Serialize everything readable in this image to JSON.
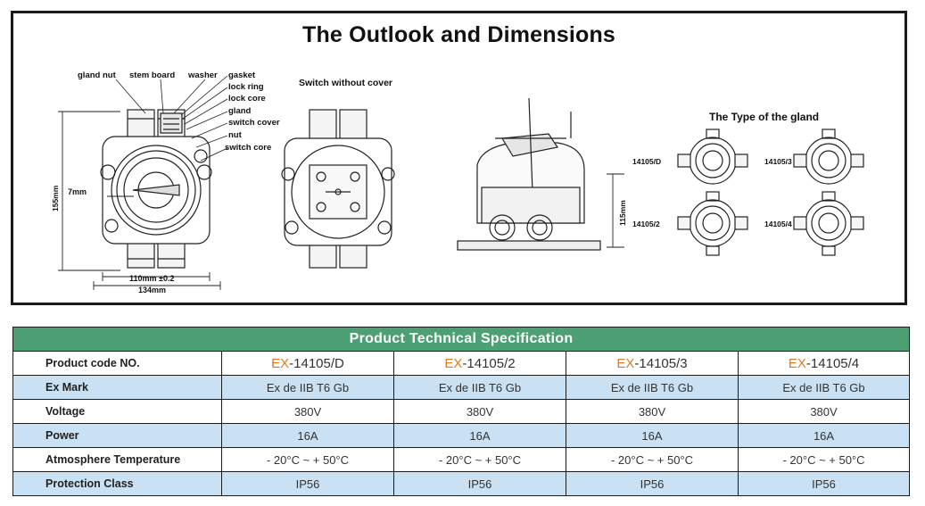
{
  "drawing": {
    "title": "The Outlook and Dimensions",
    "labels": {
      "gland_nut": "gland nut",
      "stem_board": "stem board",
      "washer": "washer",
      "gasket": "gasket",
      "lock_ring": "lock ring",
      "lock_core": "lock core",
      "gland": "gland",
      "switch_cover": "switch cover",
      "nut": "nut",
      "switch_core": "switch core",
      "switch_without_cover": "Switch without cover",
      "dim_155": "155mm",
      "dim_7": "7mm",
      "dim_110": "110mm ±0.2",
      "dim_134": "134mm",
      "dim_115": "115mm",
      "gland_type_title": "The Type of the gland",
      "g_d": "14105/D",
      "g_3": "14105/3",
      "g_2": "14105/2",
      "g_4": "14105/4"
    }
  },
  "spec": {
    "title": "Product Technical Specification",
    "header_label": "Product code NO.",
    "products": [
      {
        "prefix": "EX",
        "code": "-14105/D"
      },
      {
        "prefix": "EX",
        "code": "-14105/2"
      },
      {
        "prefix": "EX",
        "code": "-14105/3"
      },
      {
        "prefix": "EX",
        "code": "-14105/4"
      }
    ],
    "rows": [
      {
        "label": "Ex Mark",
        "values": [
          "Ex de IIB T6 Gb",
          "Ex de IIB T6 Gb",
          "Ex de IIB T6 Gb",
          "Ex de IIB T6 Gb"
        ]
      },
      {
        "label": "Voltage",
        "values": [
          "380V",
          "380V",
          "380V",
          "380V"
        ]
      },
      {
        "label": "Power",
        "values": [
          "16A",
          "16A",
          "16A",
          "16A"
        ]
      },
      {
        "label": "Atmosphere Temperature",
        "values": [
          "- 20°C ~ + 50°C",
          "- 20°C ~ + 50°C",
          "- 20°C ~ + 50°C",
          "- 20°C ~ + 50°C"
        ]
      },
      {
        "label": "Protection Class",
        "values": [
          "IP56",
          "IP56",
          "IP56",
          "IP56"
        ]
      }
    ]
  }
}
